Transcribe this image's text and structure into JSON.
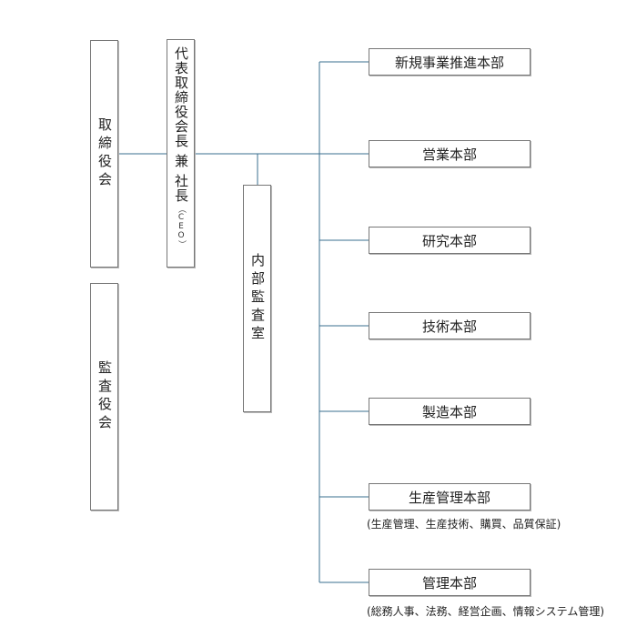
{
  "colors": {
    "connector": "#3a6f8f",
    "box_border": "#777777"
  },
  "board": {
    "directors": "取締役会",
    "auditors": "監査役会"
  },
  "ceo": {
    "title": "代表取締役会長",
    "joint": "兼",
    "second_title": "社長",
    "paren": "（CEO）"
  },
  "internal_audit": "内部監査室",
  "departments": [
    {
      "name": "新規事業推進本部"
    },
    {
      "name": "営業本部"
    },
    {
      "name": "研究本部"
    },
    {
      "name": "技術本部"
    },
    {
      "name": "製造本部"
    },
    {
      "name": "生産管理本部",
      "note": "(生産管理、生産技術、購買、品質保証)"
    },
    {
      "name": "管理本部",
      "note": "(総務人事、法務、経営企画、情報システム管理)"
    }
  ]
}
